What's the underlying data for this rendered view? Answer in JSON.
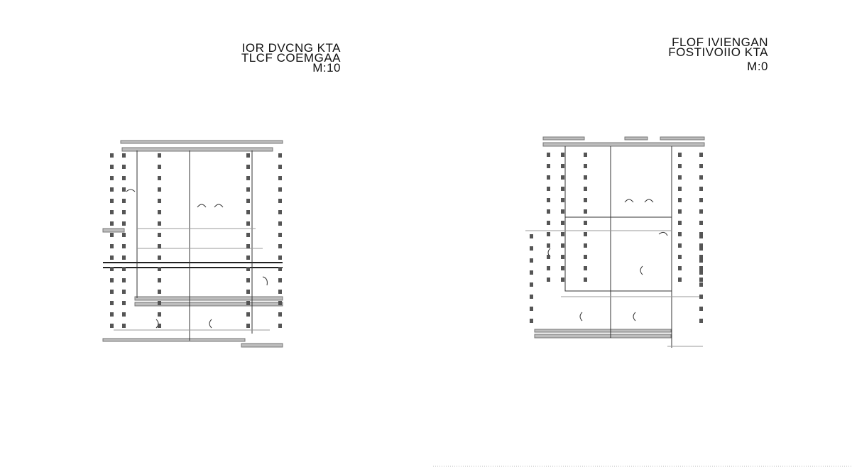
{
  "plans": [
    {
      "title_lines": [
        "IOR DVCNG KTA",
        "TLCF COEMGAA",
        "M:10"
      ]
    },
    {
      "title_lines": [
        "FLOF IVIENGAN",
        "FOSTIVOIIO KTA",
        "M:0"
      ]
    }
  ],
  "colors": {
    "wall": "#bdbdbd",
    "line": "#333333",
    "background": "#ffffff"
  }
}
